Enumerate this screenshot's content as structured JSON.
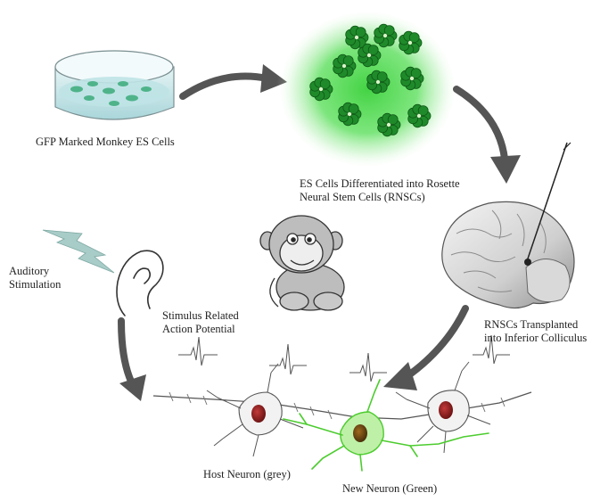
{
  "labels": {
    "es_cells": "GFP Marked Monkey ES Cells",
    "rosette_line1": "ES Cells Differentiated into Rosette",
    "rosette_line2": "Neural Stem Cells (RNSCs)",
    "transplant_line1": "RNSCs Transplanted",
    "transplant_line2": "into Inferior Colliculus",
    "auditory_line1": "Auditory",
    "auditory_line2": "Stimulation",
    "stimulus_line1": "Stimulus Related",
    "stimulus_line2": "Action Potential",
    "host_neuron": "Host Neuron (grey)",
    "new_neuron": "New Neuron (Green)"
  },
  "colors": {
    "dish_fill": "#bfe3e6",
    "dish_cell": "#4fb38a",
    "glow": "#3ad13a",
    "rosette": "#1f8a2a",
    "arrow": "#555555",
    "host_nucleus": "#8a1f1f",
    "new_neuron": "#4ccc2e",
    "new_nucleus": "#6b4a12",
    "lightning": "#a8ccc8"
  },
  "icons": {
    "dish": "petri-dish-icon",
    "rosettes": "rosette-cluster-icon",
    "brain": "monkey-brain-icon",
    "monkey": "monkey-icon",
    "ear": "ear-icon",
    "lightning": "lightning-icon"
  }
}
